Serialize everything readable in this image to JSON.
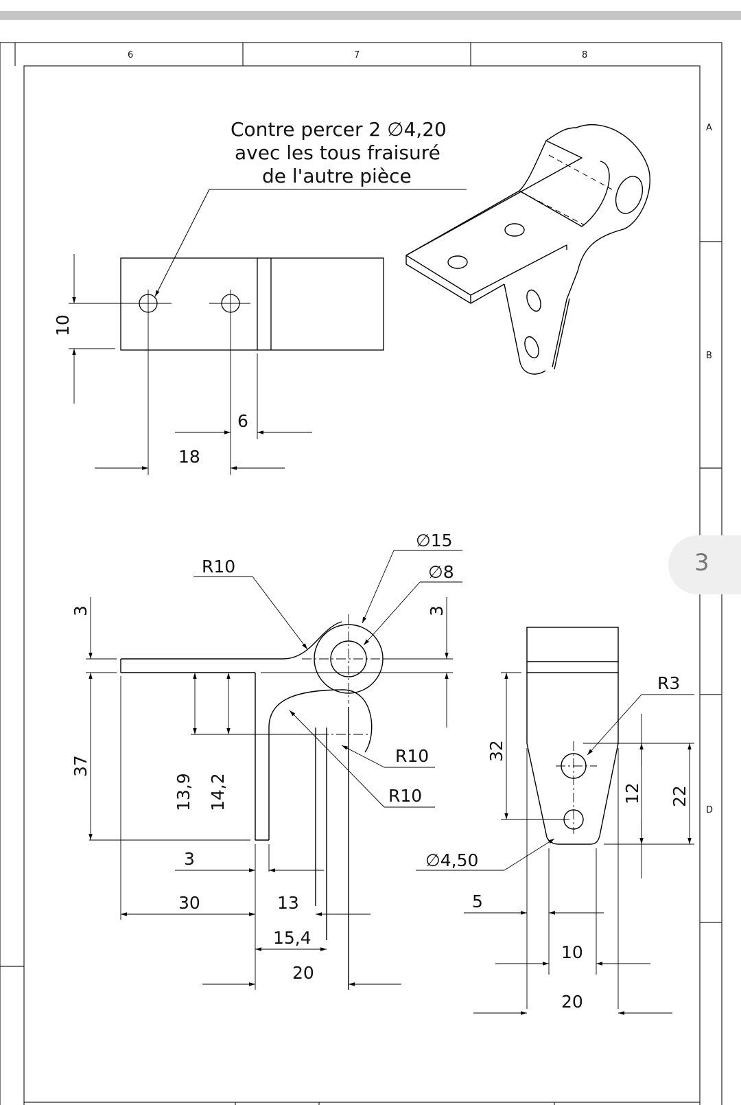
{
  "zones": {
    "columns": [
      "6",
      "7",
      "8"
    ],
    "rows": [
      "A",
      "B",
      "D"
    ]
  },
  "note": {
    "line1": "Contre percer 2",
    "diameter": "4,20",
    "line2": "avec les tous fraisuré",
    "line3": "de l'autre pièce"
  },
  "top_view": {
    "dim_height": "10",
    "dim_slot": "6",
    "dim_pitch": "18"
  },
  "front_view": {
    "dia_outer": "15",
    "dia_inner": "8",
    "radius_top": "R10",
    "radius_arc1": "R10",
    "radius_arc2": "R10",
    "dim_thk_left": "3",
    "dim_thk_right": "3",
    "dim_height": "37",
    "dim_a": "13,9",
    "dim_b": "14,2",
    "dim_wall": "3",
    "dim_30": "30",
    "dim_13": "13",
    "dim_154": "15,4",
    "dim_20": "20"
  },
  "side_view": {
    "radius": "R3",
    "dim_32": "32",
    "dim_12": "12",
    "dim_22": "22",
    "hole_dia": "4,50",
    "dim_5": "5",
    "dim_10": "10",
    "dim_20": "20"
  },
  "symbols": {
    "diameter": "∅"
  },
  "page": {
    "number": "3"
  }
}
